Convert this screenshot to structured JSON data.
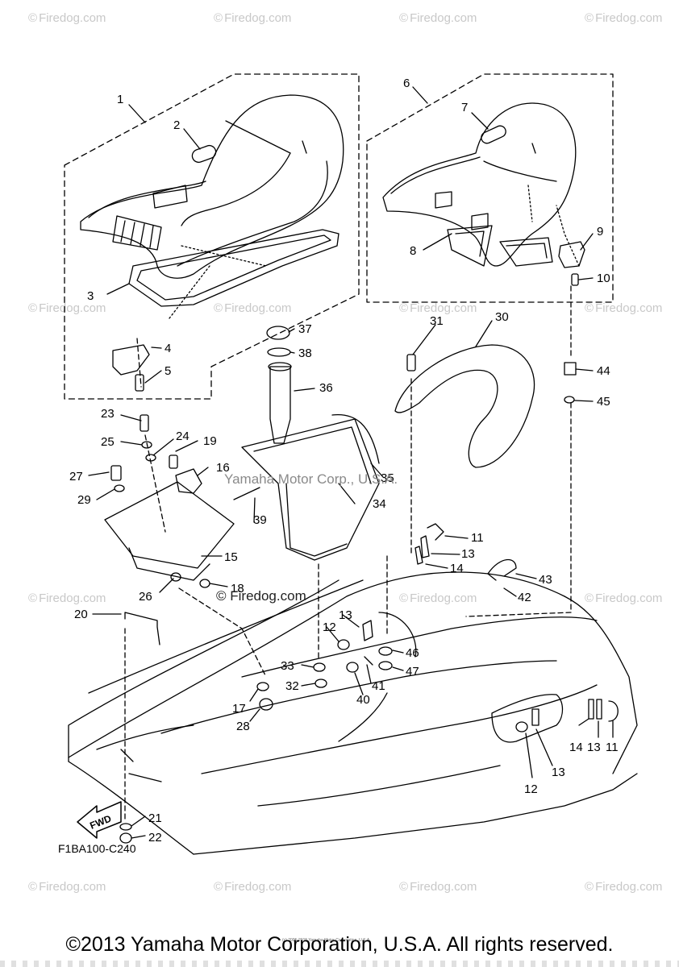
{
  "watermark": {
    "symbol": "©",
    "text": "Firedog.com"
  },
  "diagram_code": "F1BA100-C240",
  "fwd_label": "FWD",
  "mid_watermarks": {
    "a": "Yamaha Motor Corp., U.S.A.",
    "b": "© Firedog.com"
  },
  "tiny_note": "(c) 2005-2015 Yamaha Motor Corporation, U.S.A.",
  "copyright": "©2013 Yamaha Motor Corporation, U.S.A. All rights reserved.",
  "callouts": {
    "n1": "1",
    "n2": "2",
    "n3": "3",
    "n4": "4",
    "n5": "5",
    "n6": "6",
    "n7": "7",
    "n8": "8",
    "n9": "9",
    "n10": "10",
    "n11a": "11",
    "n11b": "11",
    "n12a": "12",
    "n12b": "12",
    "n13a": "13",
    "n13b": "13",
    "n13c": "13",
    "n13d": "13",
    "n14a": "14",
    "n14b": "14",
    "n15": "15",
    "n16": "16",
    "n17": "17",
    "n18": "18",
    "n19": "19",
    "n20": "20",
    "n21": "21",
    "n22": "22",
    "n23": "23",
    "n24": "24",
    "n25": "25",
    "n26": "26",
    "n27": "27",
    "n28": "28",
    "n29": "29",
    "n30": "30",
    "n31": "31",
    "n32": "32",
    "n33": "33",
    "n34": "34",
    "n35": "35",
    "n36": "36",
    "n37": "37",
    "n38": "38",
    "n39": "39",
    "n40": "40",
    "n41": "41",
    "n42": "42",
    "n43": "43",
    "n44": "44",
    "n45": "45",
    "n46": "46",
    "n47": "47"
  }
}
